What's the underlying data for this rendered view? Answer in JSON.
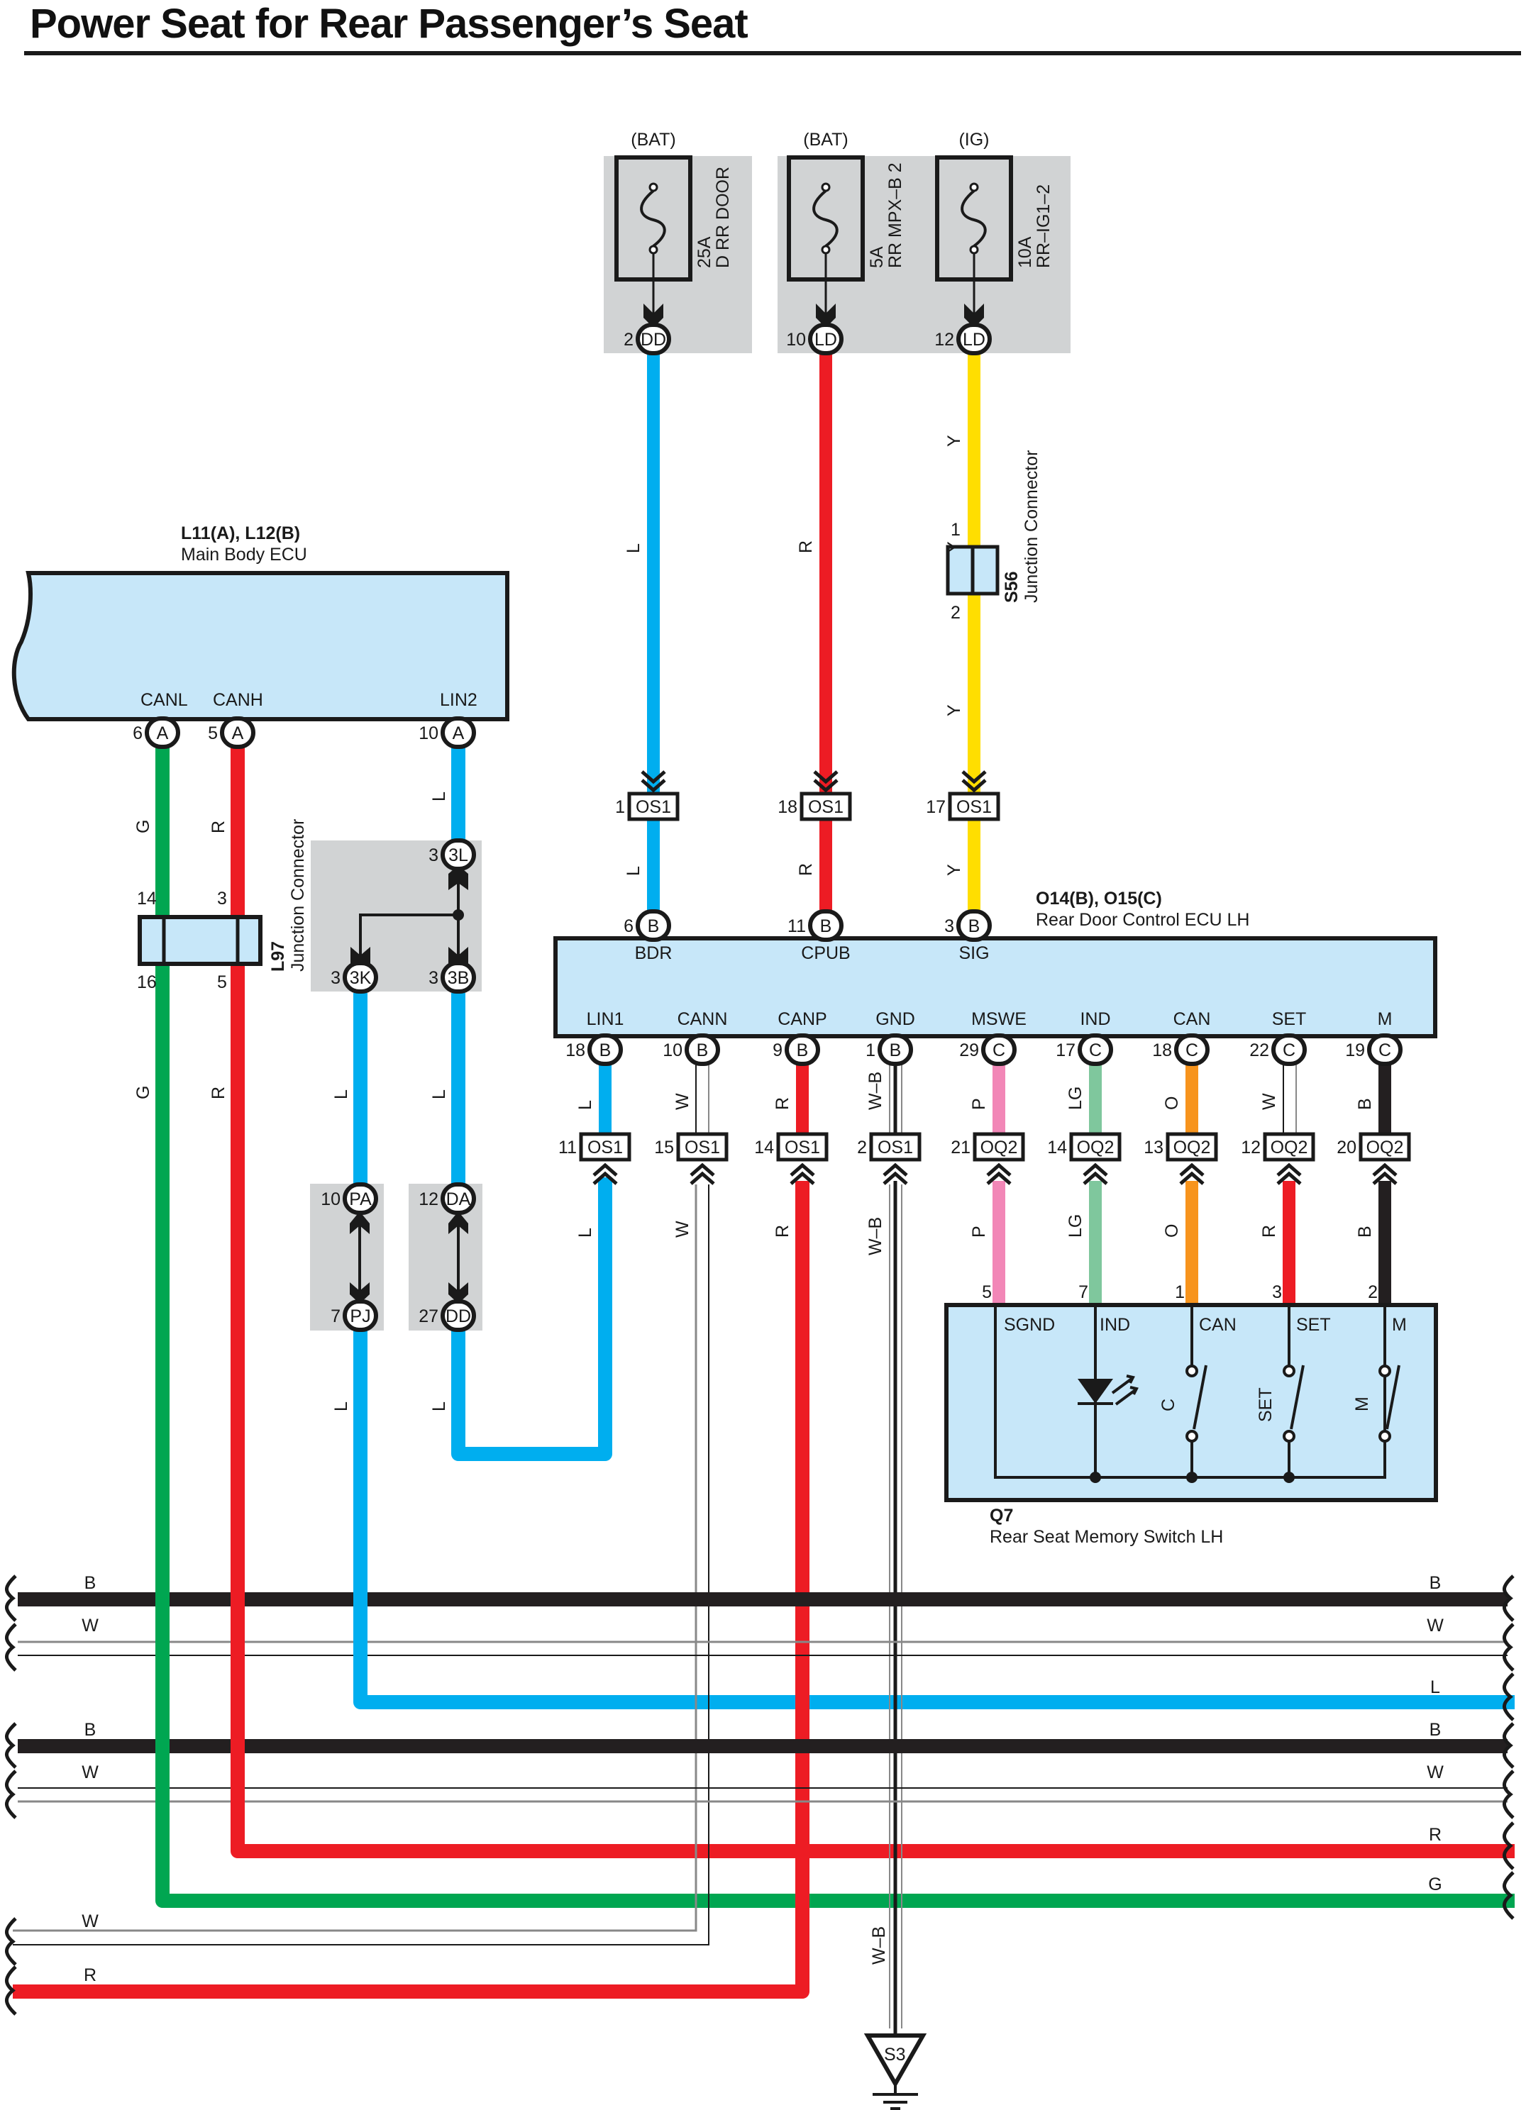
{
  "title": "Power Seat for Rear Passenger’s Seat",
  "colors": {
    "L": "#00aeef",
    "R": "#ed1c24",
    "Y": "#ffde00",
    "G": "#00a651",
    "B": "#231f20",
    "W": "#ffffff",
    "P": "#f287b7",
    "LG": "#7fc79d",
    "O": "#f7941d",
    "box_fill": "#c7e7f9",
    "gray_block": "#d1d3d4"
  },
  "fuses": [
    {
      "source": "(BAT)",
      "rating": "25A",
      "name": "D RR DOOR",
      "pin": "2",
      "connector": "DD",
      "wire": "L"
    },
    {
      "source": "(BAT)",
      "rating": "5A",
      "name": "RR MPX–B 2",
      "pin": "10",
      "connector": "LD",
      "wire": "R"
    },
    {
      "source": "(IG)",
      "rating": "10A",
      "name": "RR–IG1–2",
      "pin": "12",
      "connector": "LD",
      "wire": "Y"
    }
  ],
  "fuse_wires": [
    {
      "upper_color": "L",
      "lower_color": "L",
      "os1_pin": "1",
      "os1": "OS1",
      "ecu_pin": "6",
      "ecu_conn": "B",
      "ecu_terminal": "BDR"
    },
    {
      "upper_color": "R",
      "lower_color": "R",
      "os1_pin": "18",
      "os1": "OS1",
      "ecu_pin": "11",
      "ecu_conn": "B",
      "ecu_terminal": "CPUB"
    },
    {
      "upper_color": "Y",
      "lower_color": "Y",
      "os1_pin": "17",
      "os1": "OS1",
      "ecu_pin": "3",
      "ecu_conn": "B",
      "ecu_terminal": "SIG"
    }
  ],
  "s56": {
    "code": "S56",
    "name": "Junction Connector",
    "pin_top": "1",
    "pin_bottom": "2",
    "wire_color_upper": "Y",
    "wire_color_lower": "Y"
  },
  "main_ecu": {
    "code": "L11(A), L12(B)",
    "name": "Main Body ECU",
    "terminals": [
      {
        "label": "CANL",
        "pin": "6",
        "conn": "A",
        "wire": "G"
      },
      {
        "label": "CANH",
        "pin": "5",
        "conn": "A",
        "wire": "R"
      },
      {
        "label": "LIN2",
        "pin": "10",
        "conn": "A",
        "wire": "L"
      }
    ]
  },
  "l97": {
    "code": "L97",
    "name": "Junction Connector",
    "pins_top": [
      "14",
      "3"
    ],
    "pins_bottom": [
      "16",
      "5"
    ],
    "wire_colors": [
      "G",
      "R"
    ]
  },
  "junction_3": {
    "top": {
      "pin": "3",
      "conn": "3L"
    },
    "left": {
      "pin": "3",
      "conn": "3K"
    },
    "right": {
      "pin": "3",
      "conn": "3B"
    },
    "wire_colors": [
      "L",
      "L"
    ]
  },
  "inline_connectors": [
    {
      "top_pin": "10",
      "top_conn": "PA",
      "bottom_pin": "7",
      "bottom_conn": "PJ",
      "wire": "L"
    },
    {
      "top_pin": "12",
      "top_conn": "DA",
      "bottom_pin": "27",
      "bottom_conn": "DD",
      "wire": "L"
    }
  ],
  "rear_door_ecu": {
    "code": "O14(B), O15(C)",
    "name": "Rear Door Control ECU LH",
    "bottom_terminals": [
      {
        "label": "LIN1",
        "pin": "18",
        "conn": "B",
        "wire": "L",
        "os_pin": "11",
        "os": "OS1",
        "lower_wire": "L"
      },
      {
        "label": "CANN",
        "pin": "10",
        "conn": "B",
        "wire": "W",
        "os_pin": "15",
        "os": "OS1",
        "lower_wire": "W"
      },
      {
        "label": "CANP",
        "pin": "9",
        "conn": "B",
        "wire": "R",
        "os_pin": "14",
        "os": "OS1",
        "lower_wire": "R"
      },
      {
        "label": "GND",
        "pin": "1",
        "conn": "B",
        "wire": "W–B",
        "os_pin": "2",
        "os": "OS1",
        "lower_wire": "W–B"
      },
      {
        "label": "MSWE",
        "pin": "29",
        "conn": "C",
        "wire": "P",
        "os_pin": "21",
        "os": "OQ2",
        "lower_wire": "P"
      },
      {
        "label": "IND",
        "pin": "17",
        "conn": "C",
        "wire": "LG",
        "os_pin": "14",
        "os": "OQ2",
        "lower_wire": "LG"
      },
      {
        "label": "CAN",
        "pin": "18",
        "conn": "C",
        "wire": "O",
        "os_pin": "13",
        "os": "OQ2",
        "lower_wire": "O"
      },
      {
        "label": "SET",
        "pin": "22",
        "conn": "C",
        "wire": "W",
        "os_pin": "12",
        "os": "OQ2",
        "lower_wire": "R"
      },
      {
        "label": "M",
        "pin": "19",
        "conn": "C",
        "wire": "B",
        "os_pin": "20",
        "os": "OQ2",
        "lower_wire": "B"
      }
    ]
  },
  "memory_switch": {
    "code": "Q7",
    "name": "Rear Seat Memory Switch LH",
    "terminals": [
      {
        "label": "SGND",
        "pin": "5"
      },
      {
        "label": "IND",
        "pin": "7"
      },
      {
        "label": "CAN",
        "pin": "1"
      },
      {
        "label": "SET",
        "pin": "3"
      },
      {
        "label": "M",
        "pin": "2"
      }
    ],
    "switch_labels": [
      "C",
      "SET",
      "M"
    ]
  },
  "bus_lines_left": [
    "B",
    "W",
    "B",
    "W",
    "W",
    "R"
  ],
  "bus_lines_right": [
    "B",
    "W",
    "L",
    "B",
    "W",
    "R",
    "G"
  ],
  "left_wire_labels": {
    "canl_upper": "G",
    "canh_upper": "R",
    "canl_lower": "G",
    "canh_lower": "R",
    "lin2_upper": "L",
    "j3k_lower": "L",
    "j3b_lower": "L",
    "pj_lower": "L",
    "dd_lower": "L"
  },
  "ground": {
    "code": "S3",
    "wire": "W–B"
  }
}
